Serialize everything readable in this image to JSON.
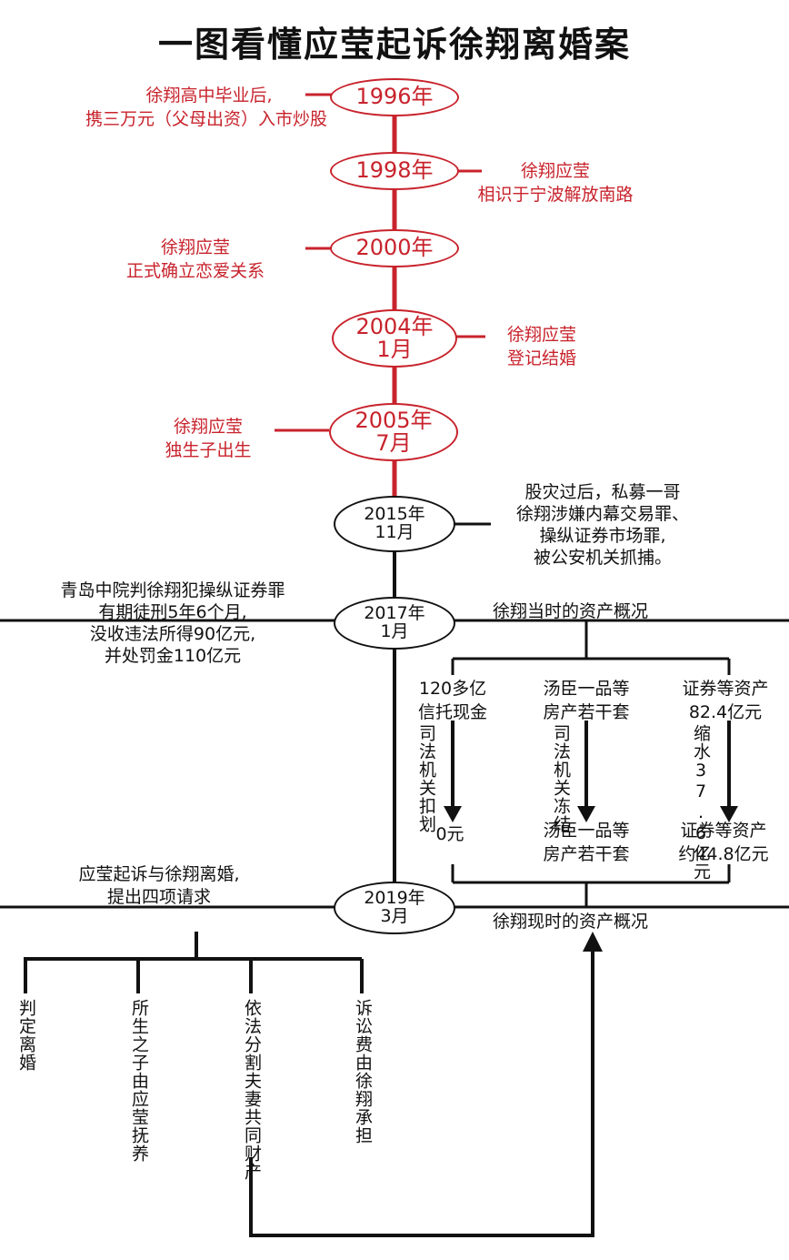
{
  "title": "一图看懂应莹起诉徐翔离婚案",
  "colors": {
    "accent": "#c8232c",
    "text": "#111111"
  },
  "timeline": [
    {
      "year": "1996年",
      "month": "",
      "event_lines": [
        "徐翔高中毕业后,",
        "携三万元（父母出资）入市炒股"
      ]
    },
    {
      "year": "1998年",
      "month": "",
      "event_lines": [
        "徐翔应莹",
        "相识于宁波解放南路"
      ]
    },
    {
      "year": "2000年",
      "month": "",
      "event_lines": [
        "徐翔应莹",
        "正式确立恋爱关系"
      ]
    },
    {
      "year": "2004年",
      "month": "1月",
      "event_lines": [
        "徐翔应莹",
        "登记结婚"
      ]
    },
    {
      "year": "2005年",
      "month": "7月",
      "event_lines": [
        "徐翔应莹",
        "独生子出生"
      ]
    },
    {
      "year": "2015年",
      "month": "11月",
      "event_lines": [
        "股灾过后，私募一哥",
        "徐翔涉嫌内幕交易罪、",
        "操纵证券市场罪,",
        "被公安机关抓捕。"
      ]
    },
    {
      "year": "2017年",
      "month": "1月",
      "event_lines": [
        "青岛中院判徐翔犯操纵证券罪",
        "有期徒刑5年6个月,",
        "没收违法所得90亿元,",
        "并处罚金110亿元"
      ]
    },
    {
      "year": "2019年",
      "month": "3月",
      "event_lines": [
        "应莹起诉与徐翔离婚,",
        "提出四项请求"
      ]
    }
  ],
  "assets": {
    "then_title": "徐翔当时的资产概况",
    "now_title": "徐翔现时的资产概况",
    "columns": [
      {
        "before_lines": [
          "120多亿",
          "信托现金"
        ],
        "action": "司法机关扣划",
        "after_lines": [
          "0元"
        ]
      },
      {
        "before_lines": [
          "汤臣一品等",
          "房产若干套"
        ],
        "action": "司法机关冻结",
        "after_lines": [
          "汤臣一品等",
          "房产若干套"
        ]
      },
      {
        "before_lines": [
          "证券等资产",
          "82.4亿元"
        ],
        "action": "缩水37.6亿元",
        "after_lines": [
          "证券等资产",
          "约44.8亿元"
        ]
      }
    ]
  },
  "requests": [
    "判定离婚",
    "所生之子由应莹抚养",
    "依法分割夫妻共同财产",
    "诉讼费由徐翔承担"
  ]
}
